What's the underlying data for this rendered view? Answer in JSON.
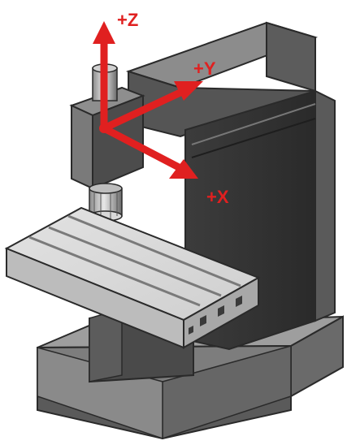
{
  "axes": {
    "z": {
      "label": "+Z"
    },
    "y": {
      "label": "+Y"
    },
    "x": {
      "label": "+X"
    }
  },
  "colors": {
    "axis": "#e02020",
    "background": "#ffffff"
  }
}
